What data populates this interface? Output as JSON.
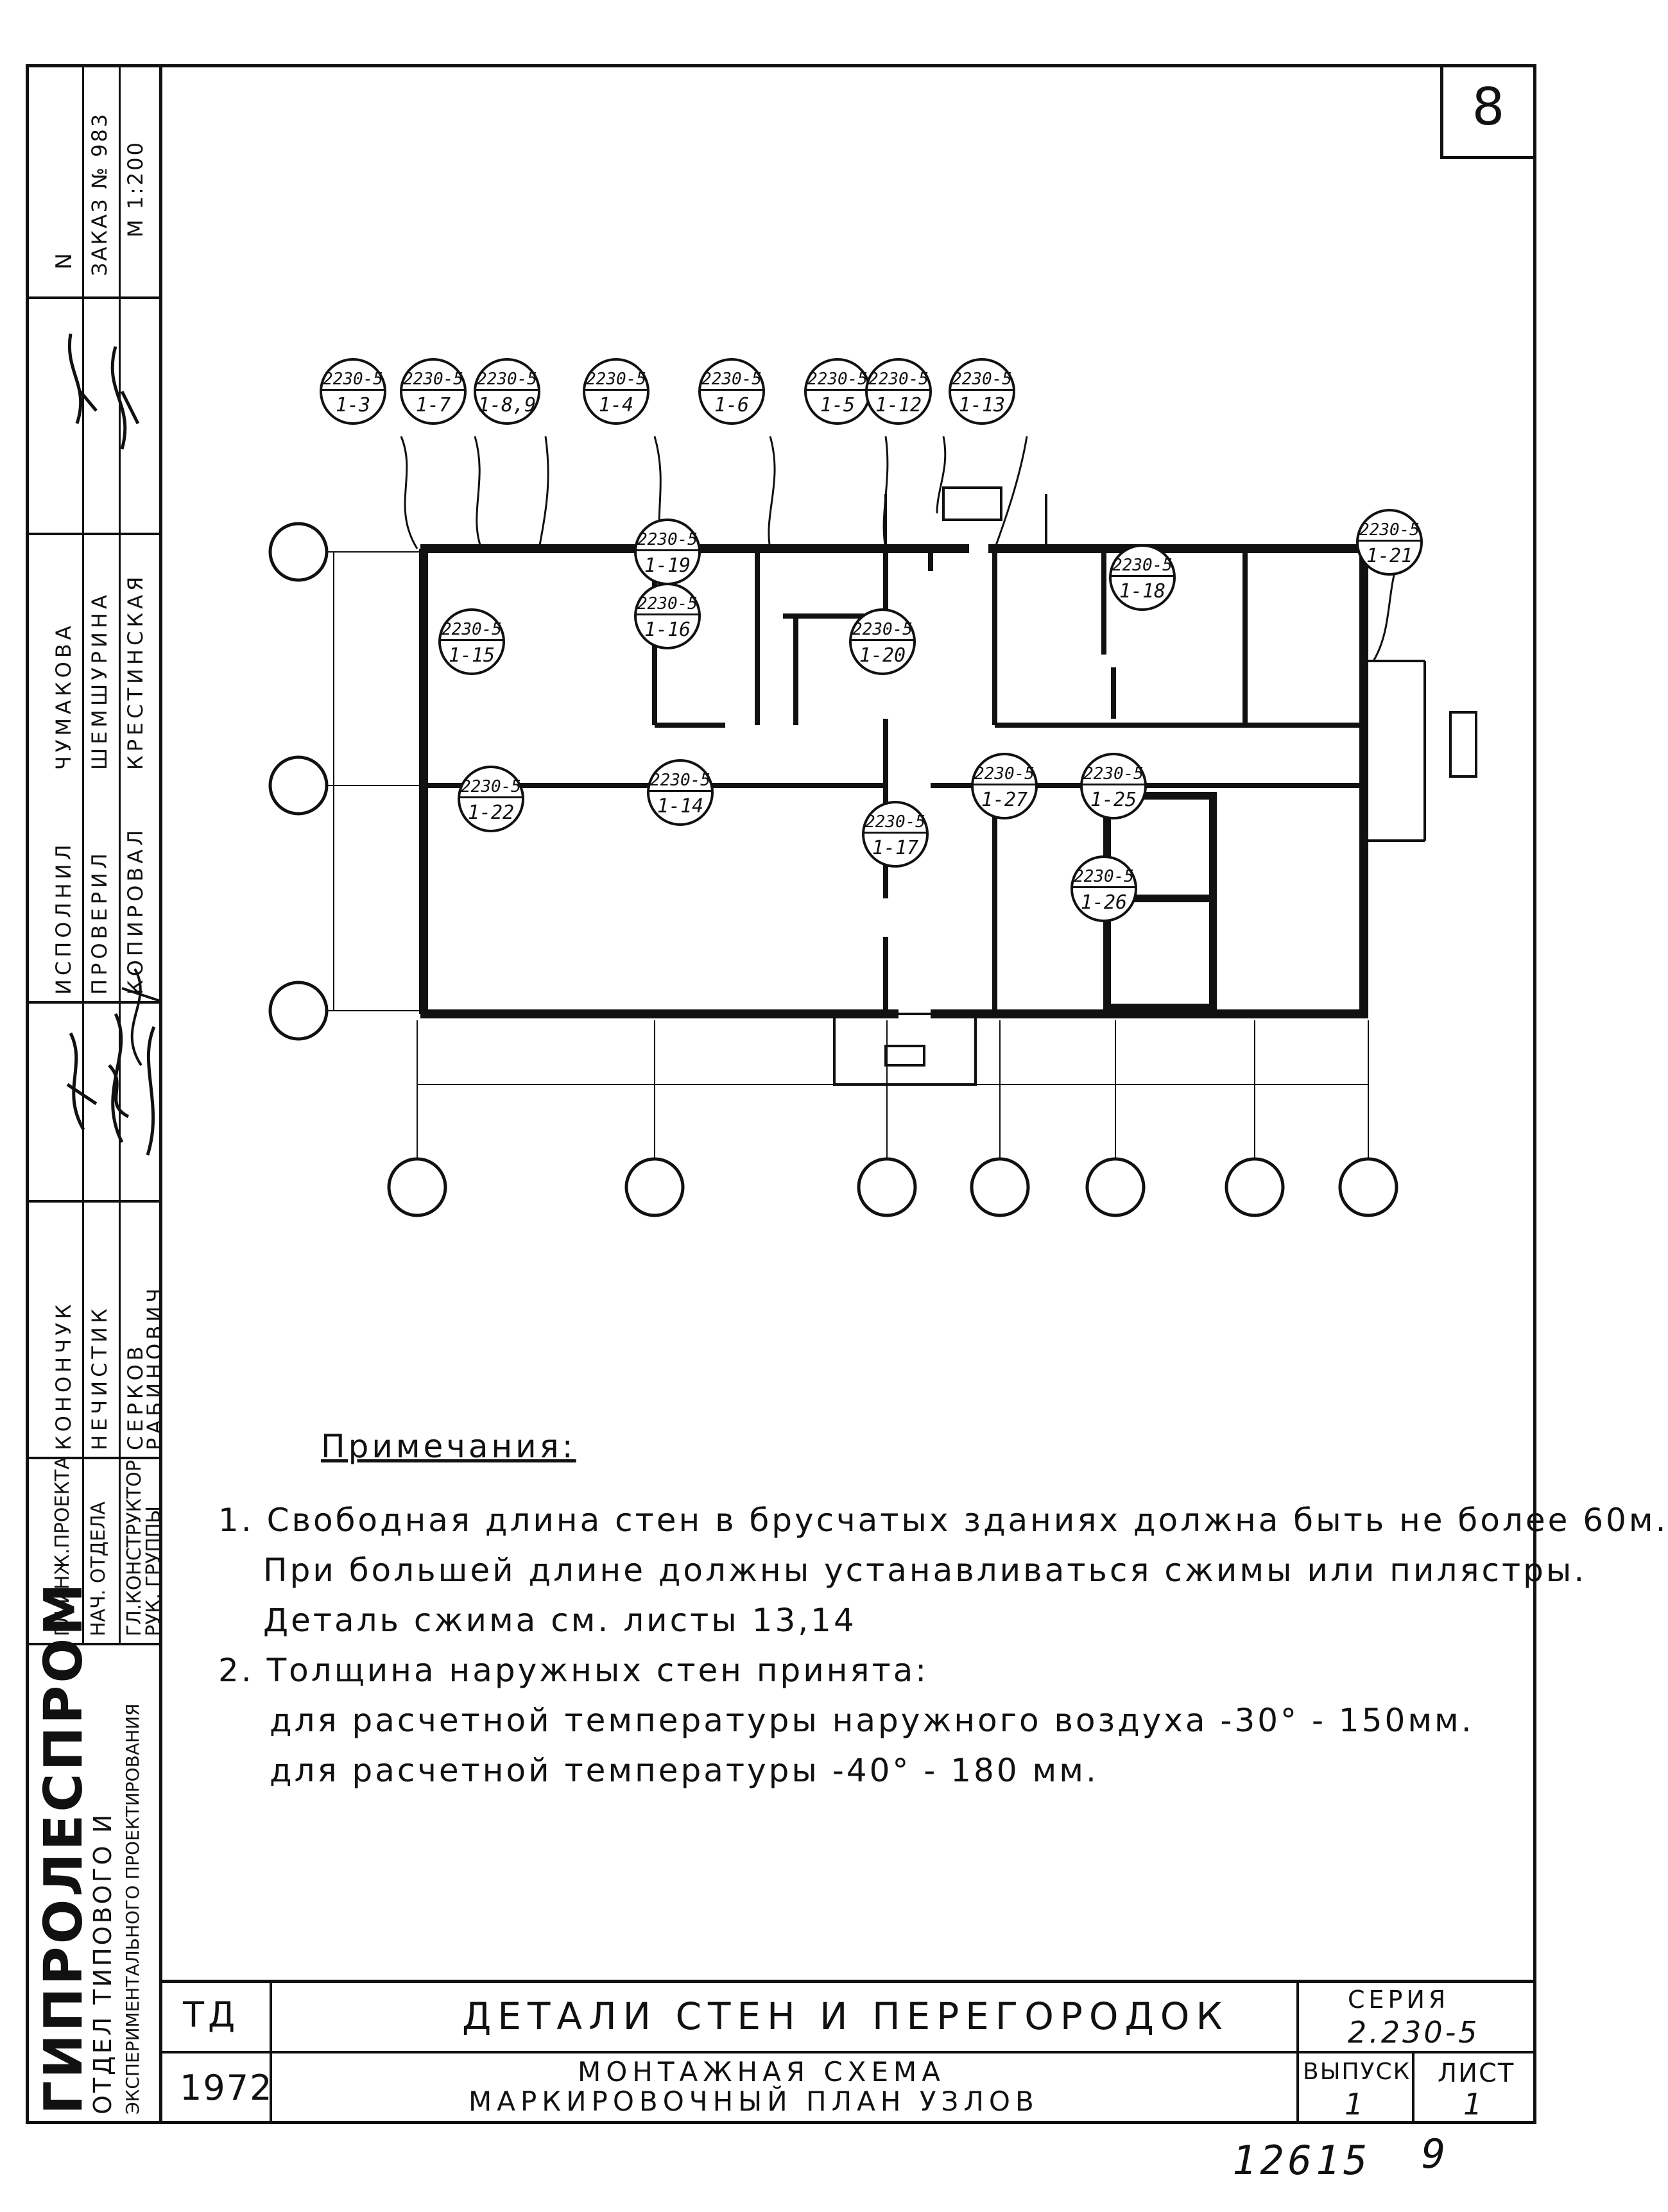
{
  "sheet_number": "8",
  "side_stamp": {
    "org": "ГИПРОЛЕСПРОМ",
    "dept_line1": "ОТДЕЛ ТИПОВОГО И",
    "dept_line2": "ЭКСПЕРИМЕНТАЛЬНОГО ПРОЕКТИРОВАНИЯ",
    "roles": [
      "ГЛ.ИНЖ.ПРОЕКТА",
      "НАЧ. ОТДЕЛА",
      "ГЛ.КОНСТРУКТОР",
      "РУК. ГРУППЫ"
    ],
    "names": [
      "КОНОНЧУК",
      "НЕЧИСТИК",
      "СЕРКОВ",
      "РАБИНОВИЧ"
    ],
    "roles2": [
      "ИСПОЛНИЛ",
      "ПРОВЕРИЛ",
      "КОПИРОВАЛ"
    ],
    "names2": [
      "ЧУМАКОВА",
      "ШЕМШУРИНА",
      "КРЕСТИНСКАЯ"
    ],
    "order_no": "ЗАКАЗ № 983",
    "n_label": "N",
    "scale": "М 1:200"
  },
  "node_labels": {
    "series": "2230-5",
    "top_row": [
      "1-3",
      "1-7",
      "1-8,9",
      "1-4",
      "1-6",
      "1-5",
      "1-12",
      "1-13"
    ],
    "interior": [
      "1-19",
      "1-16",
      "1-20",
      "1-15",
      "1-22",
      "1-14",
      "1-17",
      "1-18",
      "1-27",
      "1-25",
      "1-26",
      "1-21"
    ]
  },
  "notes": {
    "heading": "Примечания:",
    "lines": [
      "1.  Свободная   длина   стен  в  брусчатых  зданиях  должна  быть не более 60м.",
      "При  большей   длине   должны   устанавливаться  сжимы  или  пилястры.",
      "Деталь   сжима   см.  листы  13,14",
      "2.  Толщина   наружных   стен  принята:",
      "для   расчетной   температуры  наружного  воздуха  -30° - 150мм.",
      "для   расчетной   температуры    -40° - 180 мм."
    ]
  },
  "title_block": {
    "td": "ТД",
    "year": "1972",
    "title": "ДЕТАЛИ   СТЕН  И  ПЕРЕГОРОДОК",
    "subtitle1": "МОНТАЖНАЯ  СХЕМА",
    "subtitle2": "МАРКИРОВОЧНЫЙ  ПЛАН  УЗЛОВ",
    "series_label": "СЕРИЯ",
    "series_value": "2.230-5",
    "issue_label": "ВЫПУСК",
    "issue_value": "1",
    "sheet_label": "ЛИСТ",
    "sheet_value": "1"
  },
  "footer": {
    "inventory": "12615",
    "page": "9"
  }
}
